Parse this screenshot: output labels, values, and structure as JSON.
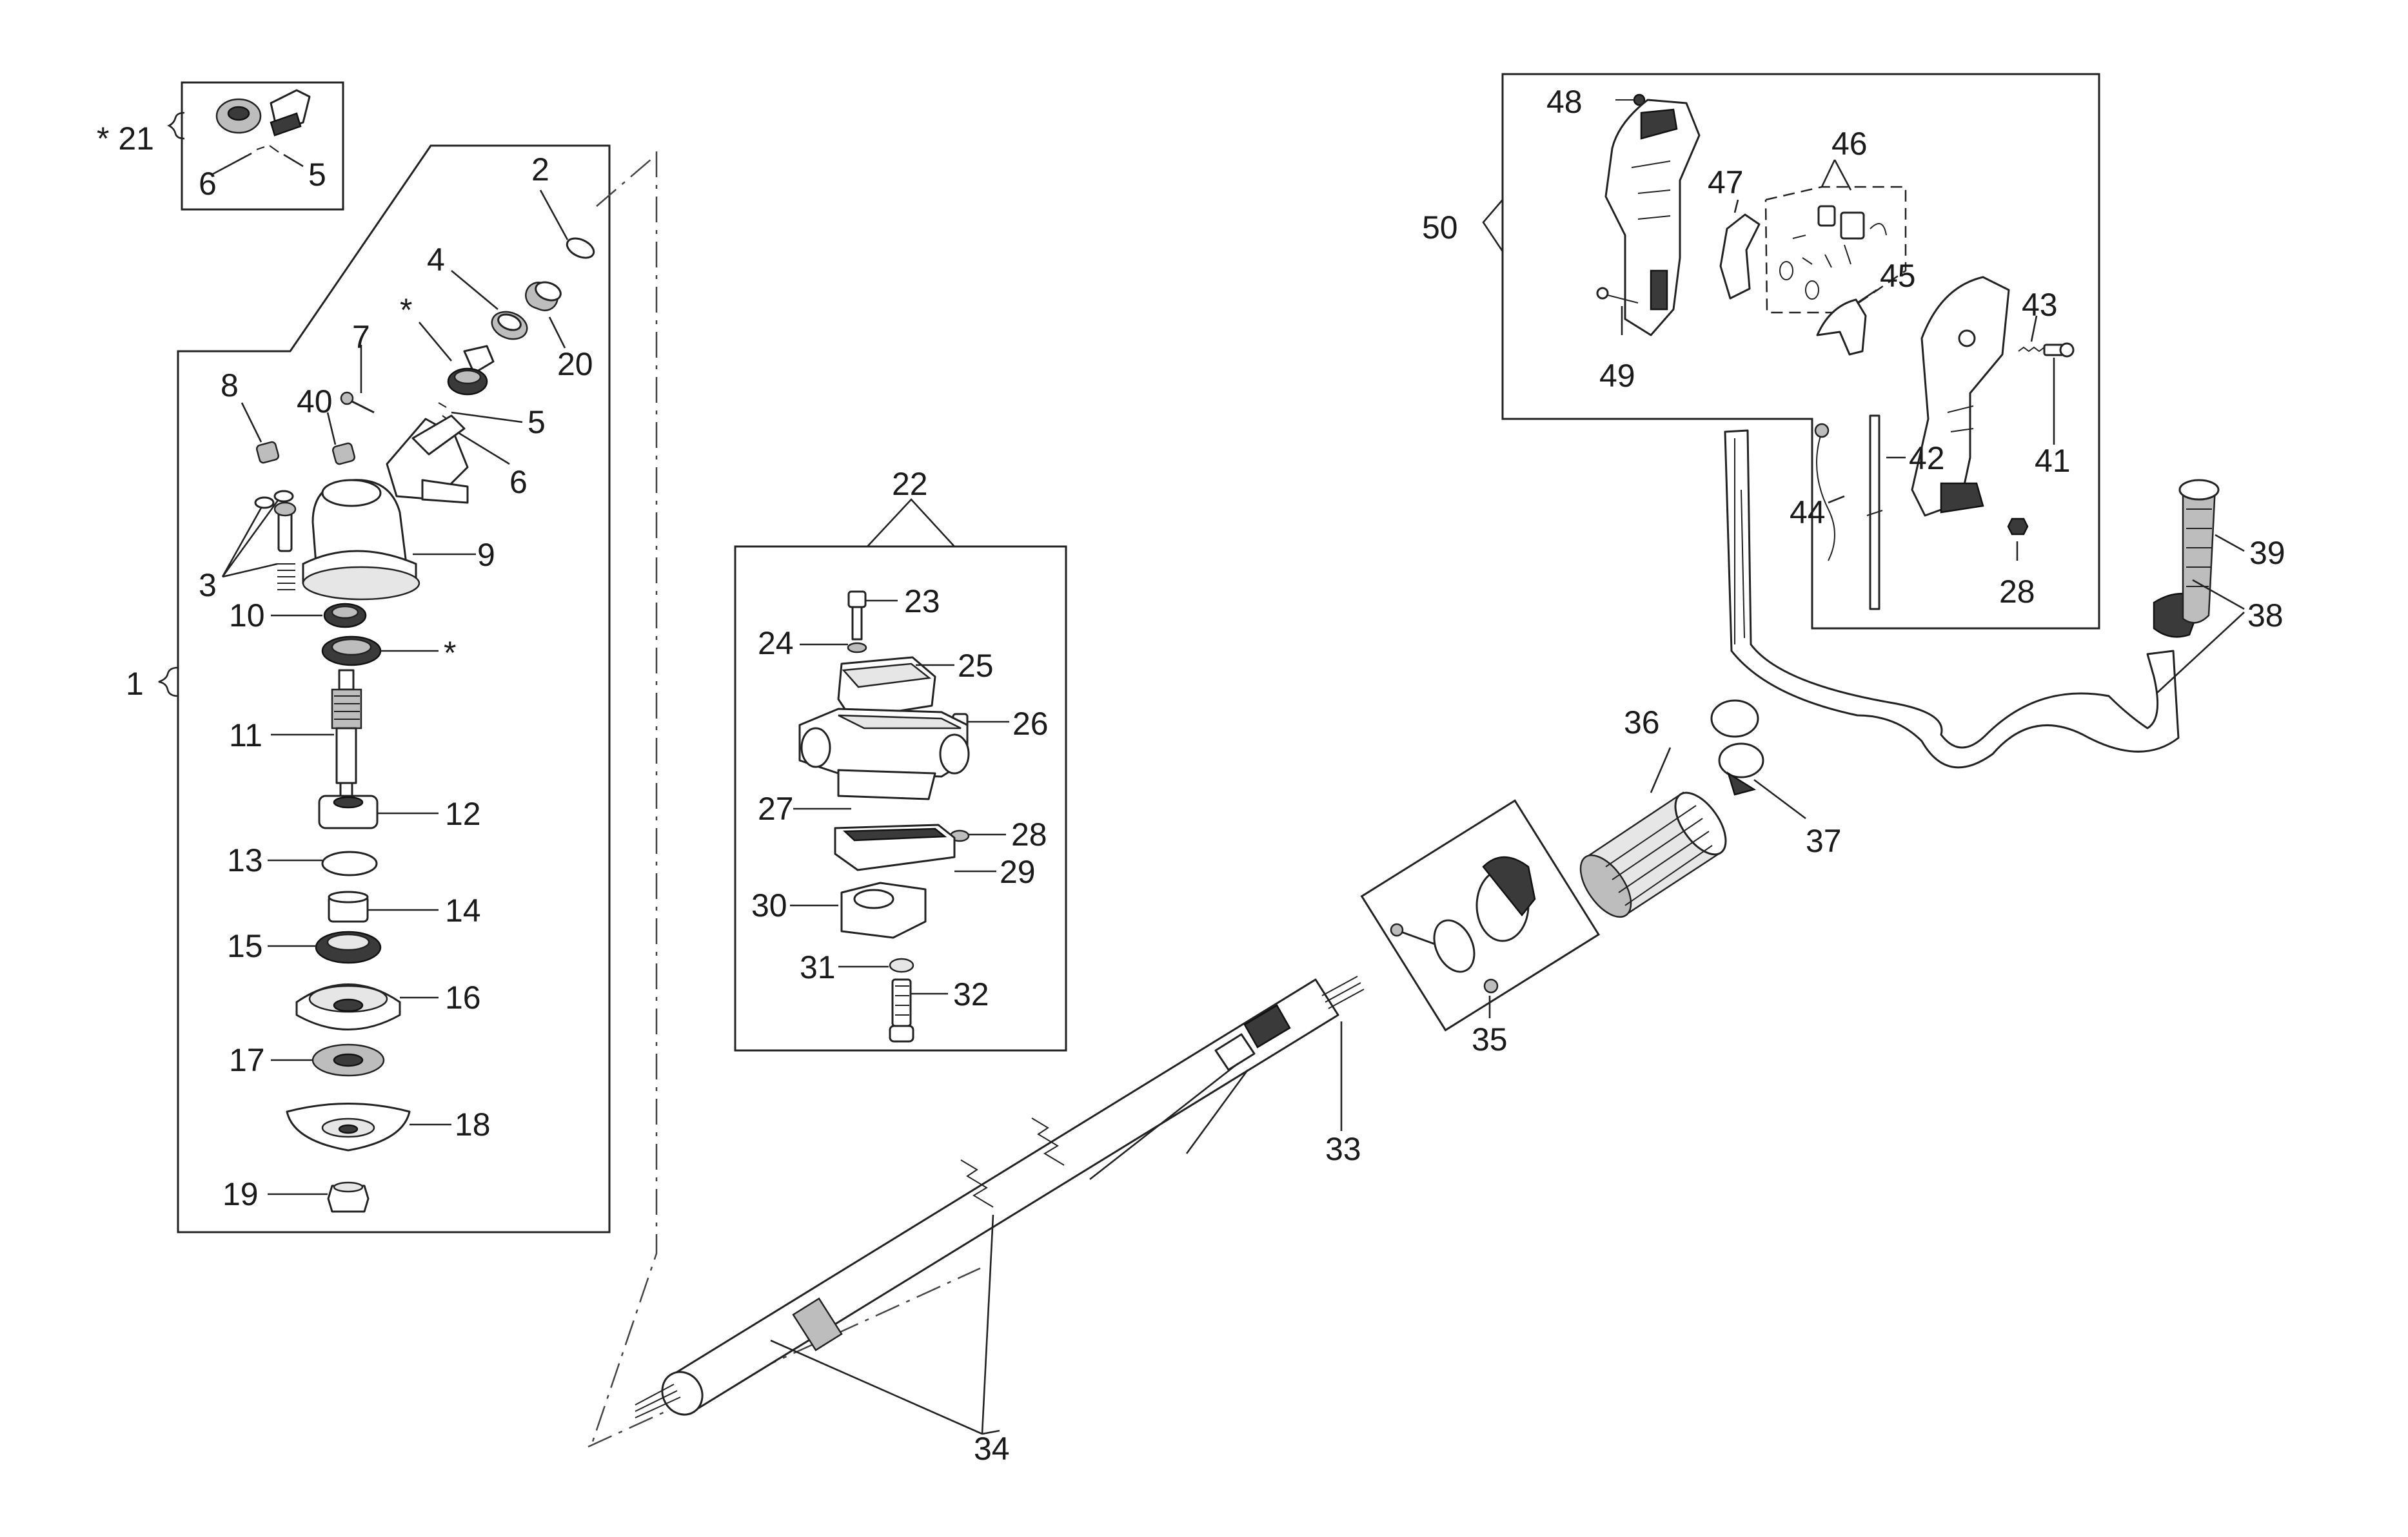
{
  "labels": {
    "star_21": "* 21",
    "n6a": "6",
    "n5a": "5",
    "n2": "2",
    "n4": "4",
    "n20": "20",
    "star_a": "*",
    "n7": "7",
    "n8": "8",
    "n40": "40",
    "n5b": "5",
    "n6b": "6",
    "n9": "9",
    "n3": "3",
    "n10": "10",
    "star_b": "*",
    "n1": "1",
    "n11": "11",
    "n12": "12",
    "n13": "13",
    "n14": "14",
    "n15": "15",
    "n16": "16",
    "n17": "17",
    "n18": "18",
    "n19": "19",
    "n22": "22",
    "n23": "23",
    "n24": "24",
    "n25": "25",
    "n26": "26",
    "n27": "27",
    "n28a": "28",
    "n29": "29",
    "n30": "30",
    "n31": "31",
    "n32": "32",
    "n33": "33",
    "n34": "34",
    "n35": "35",
    "n36": "36",
    "n37": "37",
    "n38": "38",
    "n39": "39",
    "n48": "48",
    "n46": "46",
    "n47": "47",
    "n50": "50",
    "n45": "45",
    "n43": "43",
    "n49": "49",
    "n42": "42",
    "n41": "41",
    "n44": "44",
    "n28b": "28"
  }
}
